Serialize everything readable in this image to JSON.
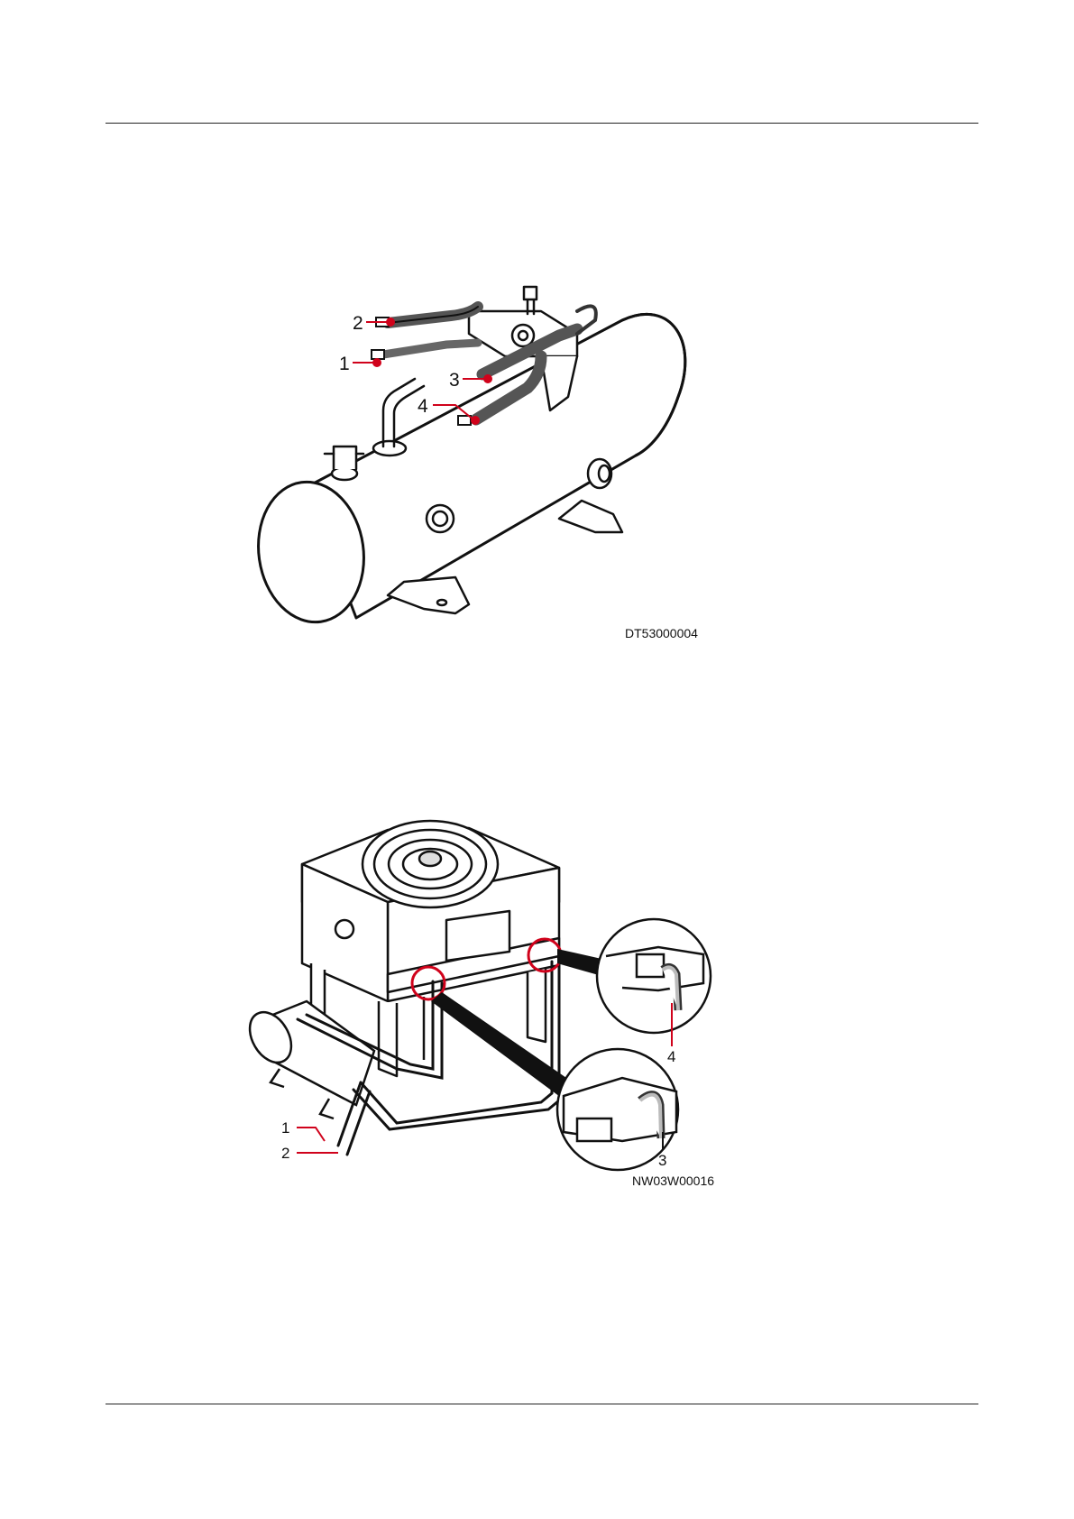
{
  "figures": [
    {
      "code": "DT53000004",
      "callouts": [
        "1",
        "2",
        "3",
        "4"
      ]
    },
    {
      "code": "NW03W00016",
      "callouts": [
        "1",
        "2",
        "3",
        "4"
      ]
    }
  ],
  "colors": {
    "line": "#111111",
    "callout_leader": "#d0021b",
    "pipe_fill": "#555555"
  }
}
